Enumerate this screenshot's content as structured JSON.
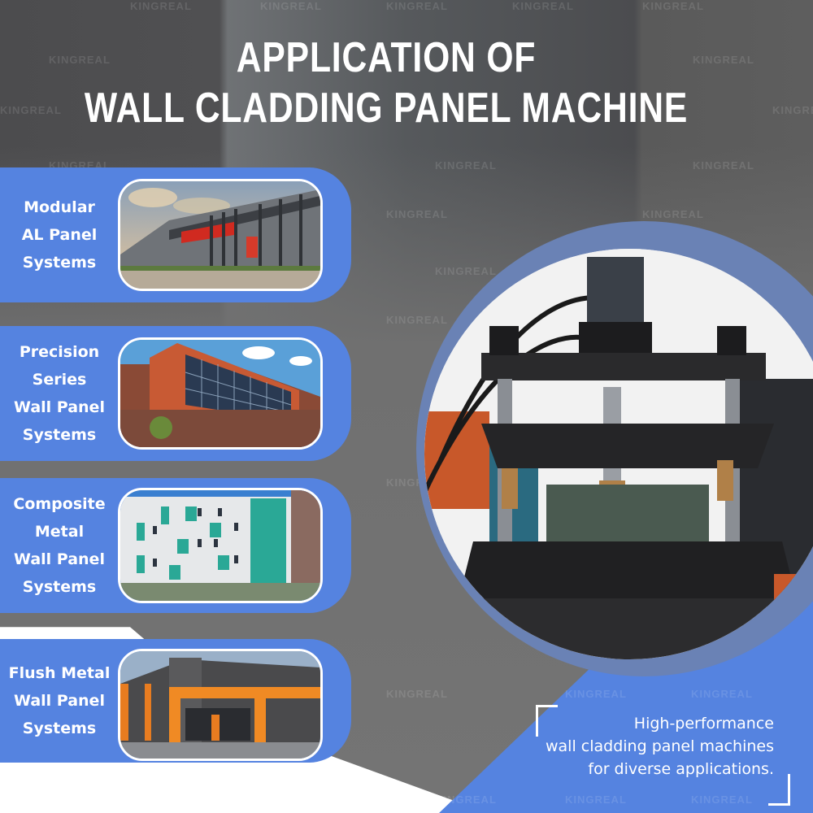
{
  "title": {
    "line1": "APPLICATION OF",
    "line2": "WALL CLADDING PANEL MACHINE"
  },
  "watermark": "KINGREAL",
  "colors": {
    "accent_blue": "#5583e0",
    "circle_ring": "#6a82b5",
    "background_gray": "#6e6e6e",
    "text_white": "#ffffff"
  },
  "applications": [
    {
      "label_lines": [
        "Modular",
        "AL Panel",
        "Systems"
      ],
      "image": "modern-building-red-accent-steel-columns"
    },
    {
      "label_lines": [
        "Precision",
        "Series",
        "Wall Panel",
        "Systems"
      ],
      "image": "brick-building-orange-panels-glass-facade"
    },
    {
      "label_lines": [
        "Composite",
        "Metal",
        "Wall Panel",
        "Systems"
      ],
      "image": "white-building-teal-panels"
    },
    {
      "label_lines": [
        "Flush Metal",
        "Wall Panel",
        "Systems"
      ],
      "image": "dark-gray-building-orange-frame"
    }
  ],
  "machine_image": "hydraulic-punching-press-machine",
  "caption": {
    "line1": "High-performance",
    "line2": "wall cladding panel machines",
    "line3": "for diverse applications."
  }
}
